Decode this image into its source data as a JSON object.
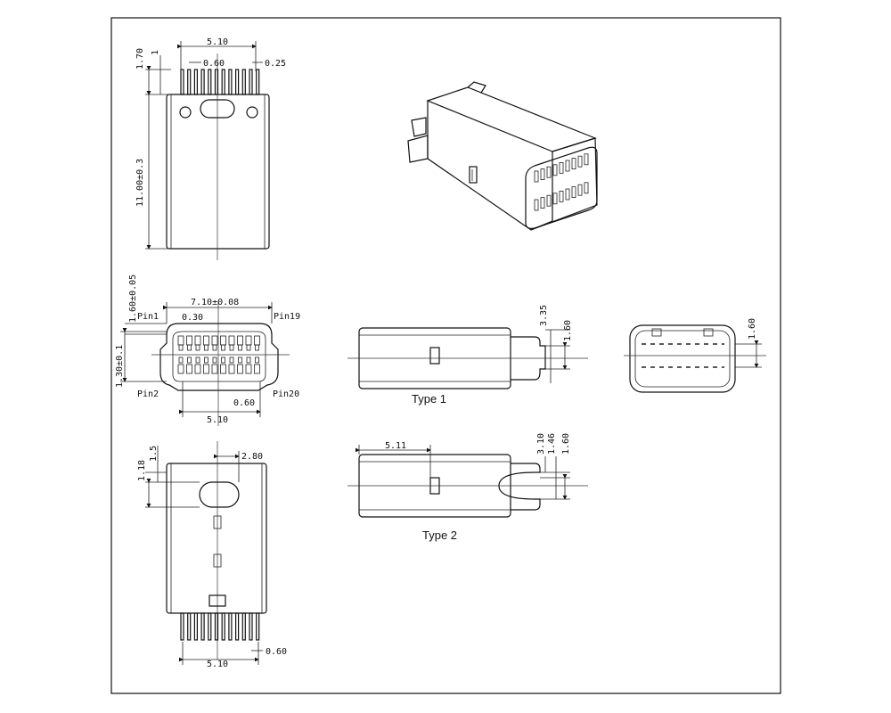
{
  "top_view": {
    "dim_width": "5.10",
    "dim_pin_width": "0.60",
    "dim_pin_gap": "0.25",
    "dim_top": "1.70",
    "dim_small": "1",
    "dim_length": "11.00±0.3"
  },
  "front_view": {
    "dim_width": "7.10±0.08",
    "dim_top": "1.60±0.05",
    "dim_pin_small": "0.30",
    "dim_height": "1.30±0.1",
    "dim_pitch": "0.60",
    "dim_bottom_width": "5.10",
    "pin1": "Pin1",
    "pin19": "Pin19",
    "pin2": "Pin2",
    "pin20": "Pin20"
  },
  "type1": {
    "label": "Type 1",
    "dim_outer": "3.35",
    "dim_inner": "1.60"
  },
  "end_view": {
    "dim": "1.60"
  },
  "bottom_view": {
    "dim_a": "1.5",
    "dim_b": "1.18",
    "dim_c": "2.80",
    "dim_width": "5.10",
    "dim_pin": "0.60"
  },
  "type2": {
    "label": "Type 2",
    "dim_len": "5.11",
    "dim_a": "3.10",
    "dim_b": "1.46",
    "dim_c": "1.60"
  }
}
